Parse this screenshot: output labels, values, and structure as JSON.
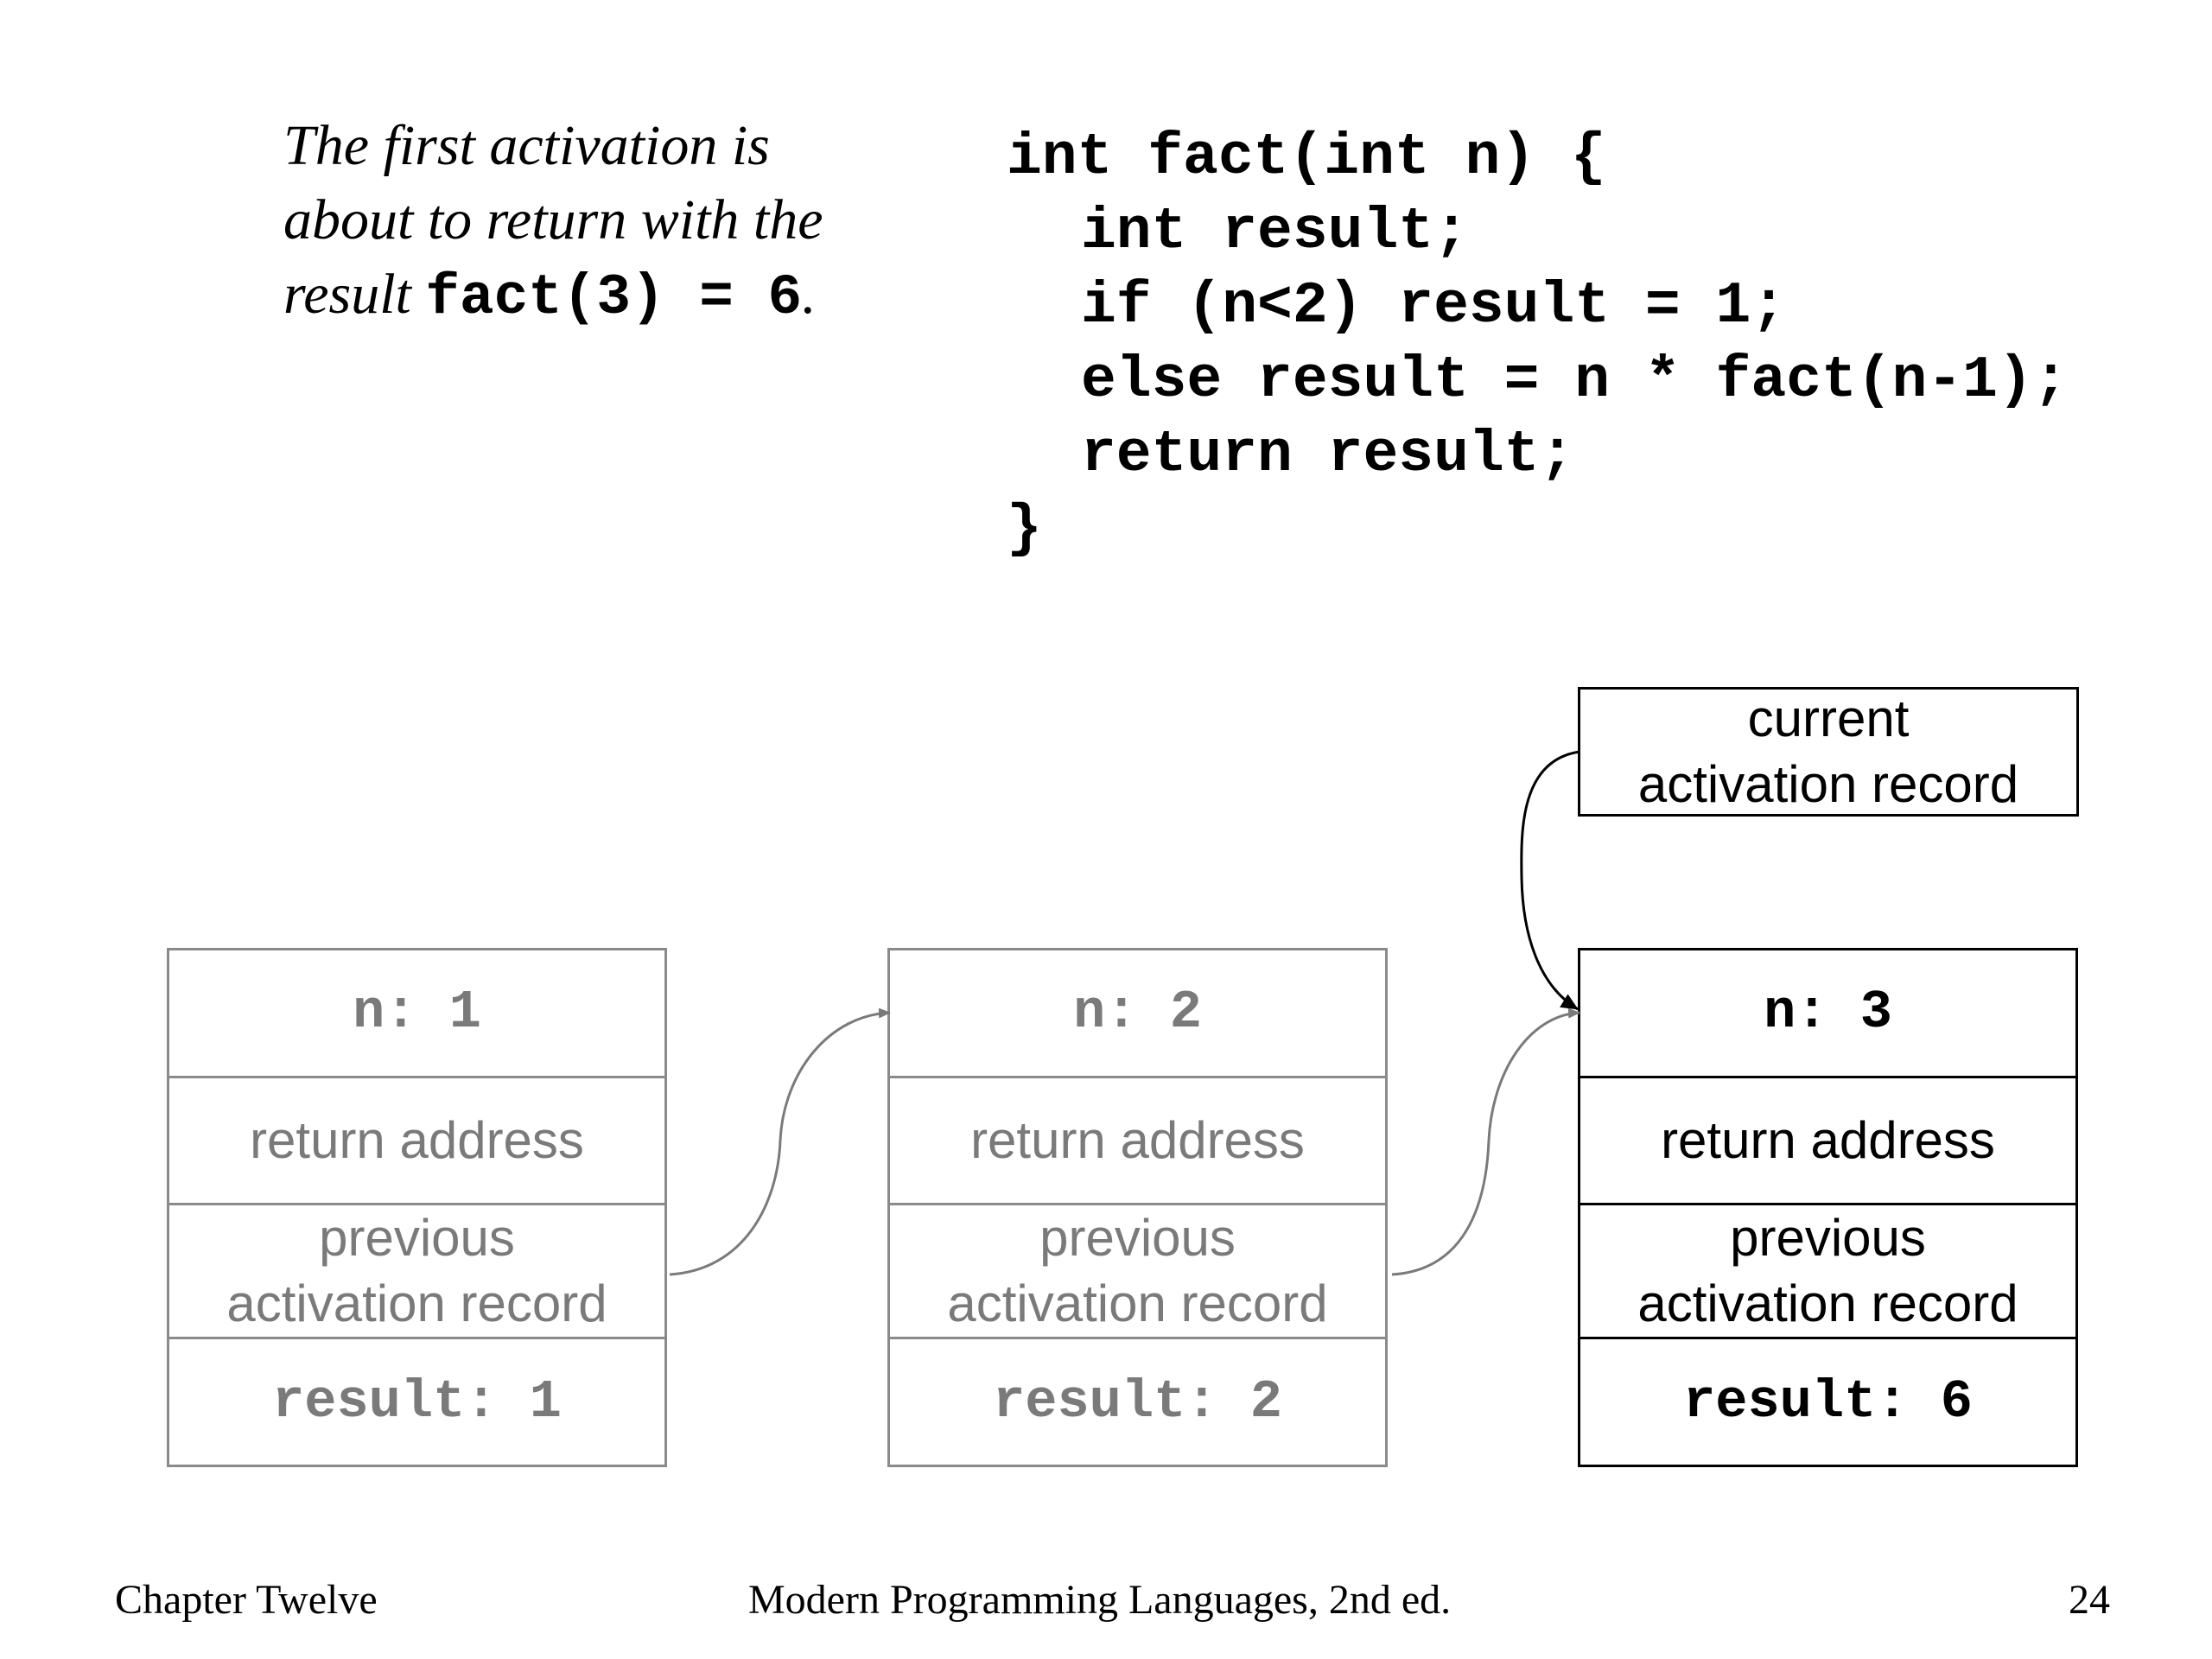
{
  "caption": {
    "line1": "The first activation is",
    "line2": "about to return with the",
    "line3_prefix": "result ",
    "line3_code": "fact(3) = 6",
    "line3_suffix": "."
  },
  "code": {
    "lines": [
      "int fact(int n) {",
      "int result;",
      "if (n<2) result = 1;",
      "else result = n * fact(n-1);",
      "return result;",
      "}"
    ]
  },
  "current_label": {
    "line1": "current",
    "line2": "activation record"
  },
  "records": [
    {
      "n": "n: 1",
      "return_address": "return address",
      "previous_line1": "previous",
      "previous_line2": "activation record",
      "result": "result: 1"
    },
    {
      "n": "n: 2",
      "return_address": "return address",
      "previous_line1": "previous",
      "previous_line2": "activation record",
      "result": "result: 2"
    },
    {
      "n": "n: 3",
      "return_address": "return address",
      "previous_line1": "previous",
      "previous_line2": "activation record",
      "result": "result: 6"
    }
  ],
  "colors": {
    "inactive": "#7a7a7a",
    "active": "#000000"
  },
  "footer": {
    "left": "Chapter Twelve",
    "center": "Modern Programming Languages, 2nd ed.",
    "page": "24"
  }
}
